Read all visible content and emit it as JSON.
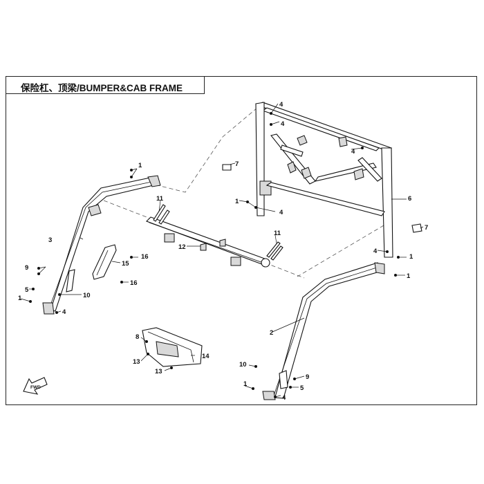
{
  "title": "保险杠、顶梁/BUMPER&CAB FRAME",
  "fwd_label": "FWD",
  "callouts": [
    {
      "id": "c1a",
      "text": "1"
    },
    {
      "id": "c1b",
      "text": "1"
    },
    {
      "id": "c1c",
      "text": "1"
    },
    {
      "id": "c1d",
      "text": "1"
    },
    {
      "id": "c1e",
      "text": "1"
    },
    {
      "id": "c1f",
      "text": "1"
    },
    {
      "id": "c2",
      "text": "2"
    },
    {
      "id": "c3",
      "text": "3"
    },
    {
      "id": "c4a",
      "text": "4"
    },
    {
      "id": "c4b",
      "text": "4"
    },
    {
      "id": "c4c",
      "text": "4"
    },
    {
      "id": "c4d",
      "text": "4"
    },
    {
      "id": "c4e",
      "text": "4"
    },
    {
      "id": "c4f",
      "text": "4"
    },
    {
      "id": "c4g",
      "text": "4"
    },
    {
      "id": "c5a",
      "text": "5"
    },
    {
      "id": "c5b",
      "text": "5"
    },
    {
      "id": "c6",
      "text": "6"
    },
    {
      "id": "c7a",
      "text": "7"
    },
    {
      "id": "c7b",
      "text": "7"
    },
    {
      "id": "c8",
      "text": "8"
    },
    {
      "id": "c9a",
      "text": "9"
    },
    {
      "id": "c9b",
      "text": "9"
    },
    {
      "id": "c10a",
      "text": "10"
    },
    {
      "id": "c10b",
      "text": "10"
    },
    {
      "id": "c11a",
      "text": "11"
    },
    {
      "id": "c11b",
      "text": "11"
    },
    {
      "id": "c12",
      "text": "12"
    },
    {
      "id": "c13a",
      "text": "13"
    },
    {
      "id": "c13b",
      "text": "13"
    },
    {
      "id": "c14",
      "text": "14"
    },
    {
      "id": "c15",
      "text": "15"
    },
    {
      "id": "c16a",
      "text": "16"
    },
    {
      "id": "c16b",
      "text": "16"
    }
  ]
}
